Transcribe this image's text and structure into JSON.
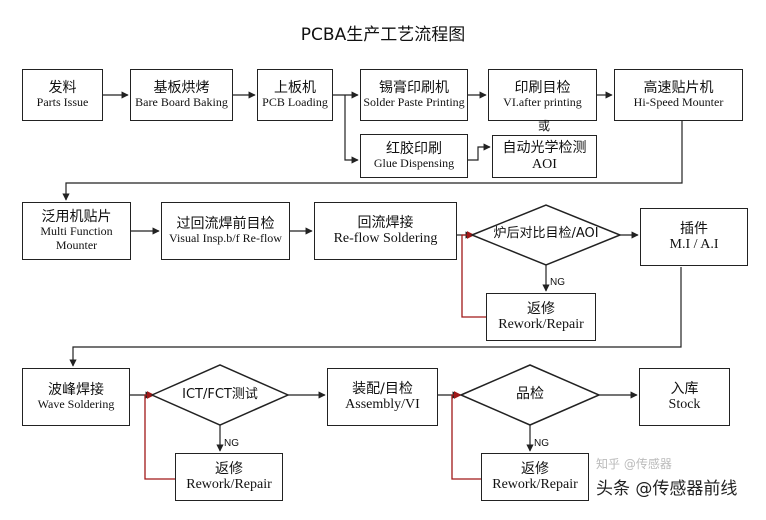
{
  "title": "PCBA生产工艺流程图",
  "row1": [
    {
      "zh": "发料",
      "en": "Parts Issue"
    },
    {
      "zh": "基板烘烤",
      "en": "Bare Board Baking"
    },
    {
      "zh": "上板机",
      "en": "PCB Loading"
    },
    {
      "zh": "锡膏印刷机",
      "en": "Solder Paste Printing"
    },
    {
      "zh": "印刷目检",
      "en": "VI.after printing"
    },
    {
      "zh": "高速贴片机",
      "en": "Hi-Speed Mounter"
    }
  ],
  "glue": {
    "zh": "红胶印刷",
    "en": "Glue Dispensing"
  },
  "or_label": "或",
  "aoi": {
    "zh": "自动光学检测",
    "en": "AOI"
  },
  "row2": [
    {
      "zh": "泛用机贴片",
      "en": "Multi Function Mounter"
    },
    {
      "zh": "过回流焊前目检",
      "en": "Visual Insp.b/f Re-flow"
    },
    {
      "zh": "回流焊接",
      "en": "Re-flow  Soldering"
    }
  ],
  "decision1": "炉后对比目检/AOI",
  "insert": {
    "zh": "插件",
    "en": "M.I / A.I"
  },
  "ng": "NG",
  "rework": {
    "zh": "返修",
    "en": "Rework/Repair"
  },
  "row3": {
    "wave": {
      "zh": "波峰焊接",
      "en": "Wave Soldering"
    },
    "ict": "ICT/FCT测试",
    "assembly": {
      "zh": "装配/目检",
      "en": "Assembly/VI"
    },
    "qc": "品检",
    "stock": {
      "zh": "入库",
      "en": "Stock"
    }
  },
  "watermark": {
    "line1": "知乎 @传感器",
    "line2": "头条 @传感器前线"
  },
  "colors": {
    "line": "#222222",
    "feedback": "#a01818"
  }
}
